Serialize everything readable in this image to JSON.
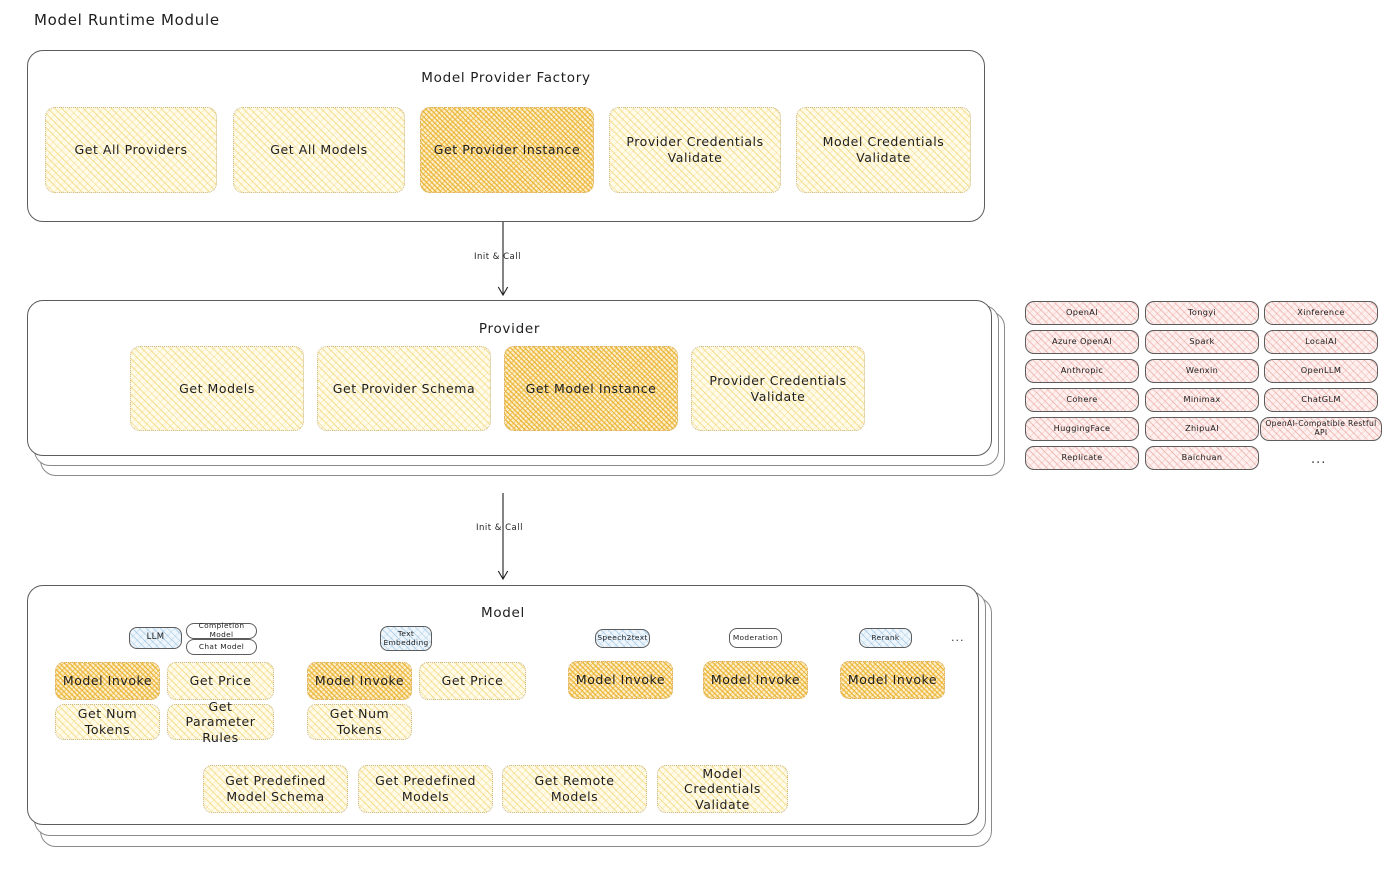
{
  "title": "Model Runtime Module",
  "colors": {
    "highlight_fill": "#f0c246",
    "light_fill": "#fffbe9",
    "provider_fill": "#fdf0ef",
    "type_chip_fill": "#eff6fb",
    "stroke": "#1e1e1e"
  },
  "arrows": [
    {
      "label": "Init & Call"
    },
    {
      "label": "Init & Call"
    }
  ],
  "factory": {
    "title": "Model Provider Factory",
    "nodes": [
      {
        "label": "Get All Providers",
        "highlighted": false
      },
      {
        "label": "Get All Models",
        "highlighted": false
      },
      {
        "label": "Get Provider Instance",
        "highlighted": true
      },
      {
        "label": "Provider Credentials Validate",
        "highlighted": false
      },
      {
        "label": "Model Credentials Validate",
        "highlighted": false
      }
    ]
  },
  "provider": {
    "title": "Provider",
    "nodes": [
      {
        "label": "Get Models",
        "highlighted": false
      },
      {
        "label": "Get Provider Schema",
        "highlighted": false
      },
      {
        "label": "Get Model Instance",
        "highlighted": true
      },
      {
        "label": "Provider Credentials Validate",
        "highlighted": false
      }
    ]
  },
  "provider_list": {
    "columns": [
      {
        "items": [
          "OpenAI",
          "Azure OpenAI",
          "Anthropic",
          "Cohere",
          "HuggingFace",
          "Replicate"
        ]
      },
      {
        "items": [
          "Tongyi",
          "Spark",
          "Wenxin",
          "Minimax",
          "ZhipuAI",
          "Baichuan"
        ]
      },
      {
        "items": [
          "Xinference",
          "LocalAI",
          "OpenLLM",
          "ChatGLM",
          "OpenAI-Compatible Restful API"
        ]
      }
    ],
    "more": "..."
  },
  "model": {
    "title": "Model",
    "more": "...",
    "types": [
      {
        "name": "LLM",
        "subtypes": [
          "Completion Model",
          "Chat Model"
        ],
        "methods": [
          {
            "label": "Model Invoke",
            "highlighted": true
          },
          {
            "label": "Get Price",
            "highlighted": false
          },
          {
            "label": "Get Num Tokens",
            "highlighted": false
          },
          {
            "label": "Get Parameter Rules",
            "highlighted": false
          }
        ]
      },
      {
        "name": "Text Embedding",
        "subtypes": [],
        "methods": [
          {
            "label": "Model Invoke",
            "highlighted": true
          },
          {
            "label": "Get Price",
            "highlighted": false
          },
          {
            "label": "Get Num Tokens",
            "highlighted": false
          }
        ]
      },
      {
        "name": "Speech2text",
        "subtypes": [],
        "methods": [
          {
            "label": "Model Invoke",
            "highlighted": true
          }
        ]
      },
      {
        "name": "Moderation",
        "subtypes": [],
        "methods": [
          {
            "label": "Model Invoke",
            "highlighted": true
          }
        ]
      },
      {
        "name": "Rerank",
        "subtypes": [],
        "methods": [
          {
            "label": "Model Invoke",
            "highlighted": true
          }
        ]
      }
    ],
    "common_methods": [
      {
        "label": "Get Predefined Model Schema"
      },
      {
        "label": "Get Predefined Models"
      },
      {
        "label": "Get Remote Models"
      },
      {
        "label": "Model Credentials Validate"
      }
    ]
  }
}
